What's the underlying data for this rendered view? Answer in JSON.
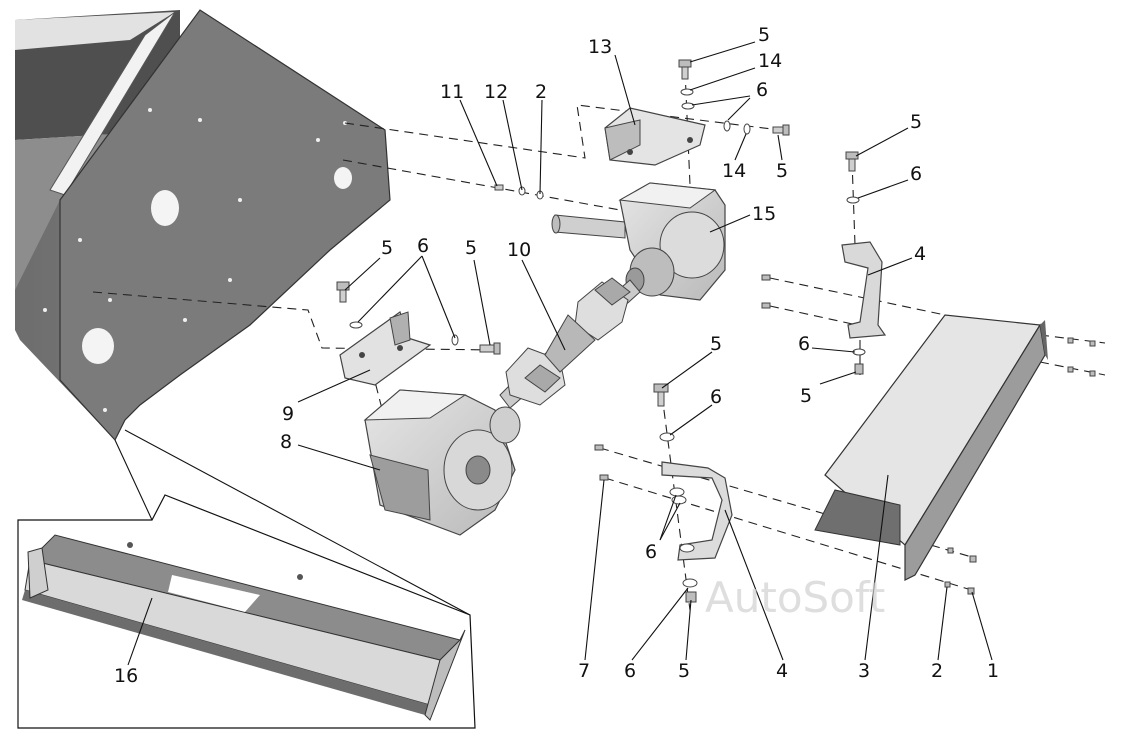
{
  "callouts": {
    "c1": "1",
    "c2a": "2",
    "c2b": "2",
    "c3": "3",
    "c4a": "4",
    "c4b": "4",
    "c5a": "5",
    "c5b": "5",
    "c5c": "5",
    "c5d": "5",
    "c5e": "5",
    "c5f": "5",
    "c5g": "5",
    "c5h": "5",
    "c6a": "6",
    "c6b": "6",
    "c6c": "6",
    "c6d": "6",
    "c6e": "6",
    "c6f": "6",
    "c6g": "6",
    "c7": "7",
    "c8": "8",
    "c9": "9",
    "c10": "10",
    "c11": "11",
    "c12": "12",
    "c13": "13",
    "c14a": "14",
    "c14b": "14",
    "c15": "15",
    "c16": "16"
  },
  "watermark": "AutoSoft"
}
